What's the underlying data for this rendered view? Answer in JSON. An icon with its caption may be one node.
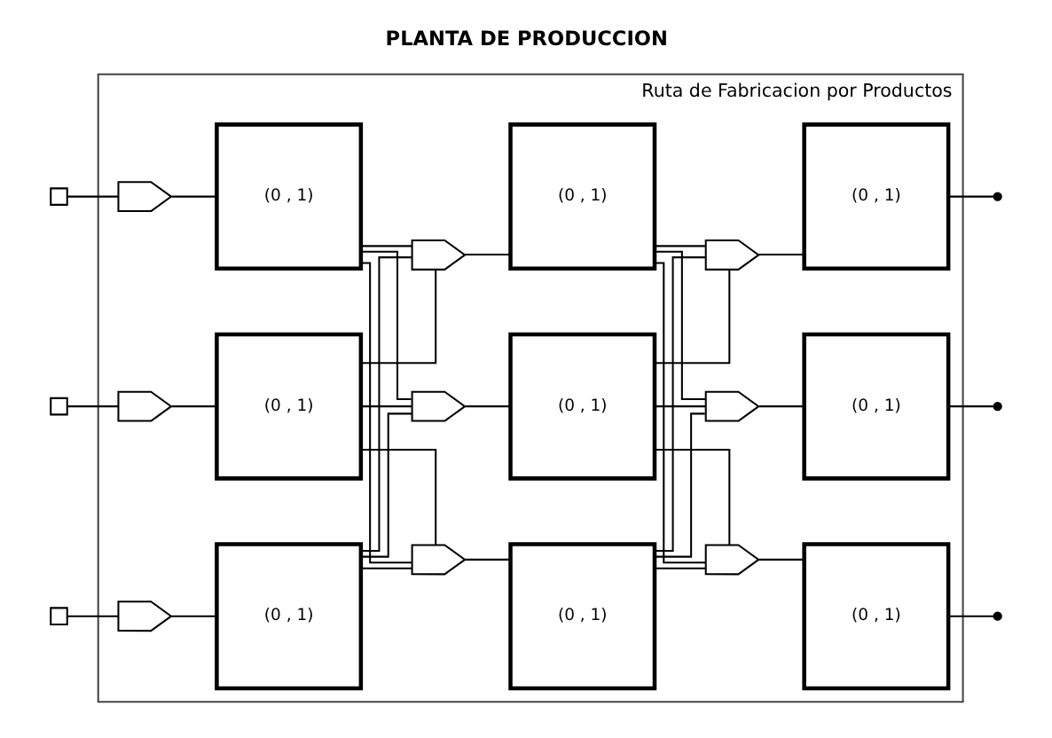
{
  "diagram": {
    "title": "PLANTA DE PRODUCCION",
    "nodes": [
      {
        "text": [
          "Ruta de Fabricacion por Productos"
        ]
      },
      {
        "text": [],
        "shape": "box"
      },
      {
        "text": [],
        "shape": "trapezoid",
        "in": 0
      },
      {
        "text": [
          "(0 , 1)"
        ],
        "in": 0
      },
      {
        "text": [],
        "shape": "trapezoid",
        "in": 0
      },
      {
        "text": [
          "(0 , 1)"
        ],
        "in": 0
      },
      {
        "text": [],
        "shape": "trapezoid",
        "in": 0
      },
      {
        "text": [
          "(0 , 1)"
        ],
        "in": 0
      },
      {
        "text": [],
        "shape": "circle"
      },
      {
        "text": [],
        "shape": "box"
      },
      {
        "text": [],
        "shape": "trapezoid",
        "in": 0
      },
      {
        "text": [
          "(0 , 1)"
        ],
        "in": 0
      },
      {
        "text": [],
        "shape": "trapezoid",
        "in": 0
      },
      {
        "text": [
          "(0 , 1)"
        ],
        "in": 0
      },
      {
        "text": [],
        "shape": "trapezoid",
        "in": 0
      },
      {
        "text": [
          "(0 , 1)"
        ],
        "in": 0
      },
      {
        "text": [],
        "shape": "circle"
      },
      {
        "text": [],
        "shape": "box"
      },
      {
        "text": [],
        "shape": "trapezoid",
        "in": 0
      },
      {
        "text": [
          "(0 , 1)"
        ],
        "in": 0
      },
      {
        "text": [],
        "shape": "trapezoid",
        "in": 0
      },
      {
        "text": [
          "(0 , 1)"
        ],
        "in": 0
      },
      {
        "text": [],
        "shape": "trapezoid",
        "in": 0
      },
      {
        "text": [
          "(0 , 1)"
        ],
        "in": 0
      },
      {
        "text": [],
        "shape": "circle"
      }
    ],
    "edges": [
      {
        "from": 1,
        "to": 2,
        "arrow": "none"
      },
      {
        "from": 2,
        "to": 3,
        "arrow": "none"
      },
      {
        "from": 4,
        "to": 5,
        "arrow": "none"
      },
      {
        "from": 6,
        "to": 7,
        "arrow": "none"
      },
      {
        "from": 7,
        "to": 8,
        "arrow": "none"
      },
      {
        "from": 9,
        "to": 10,
        "arrow": "none"
      },
      {
        "from": 10,
        "to": 11,
        "arrow": "none"
      },
      {
        "from": 12,
        "to": 13,
        "arrow": "none"
      },
      {
        "from": 14,
        "to": 15,
        "arrow": "none"
      },
      {
        "from": 15,
        "to": 16,
        "arrow": "none"
      },
      {
        "from": 17,
        "to": 18,
        "arrow": "none"
      },
      {
        "from": 18,
        "to": 19,
        "arrow": "none"
      },
      {
        "from": 20,
        "to": 21,
        "arrow": "none"
      },
      {
        "from": 22,
        "to": 23,
        "arrow": "none"
      },
      {
        "from": 23,
        "to": 24,
        "arrow": "none"
      },
      {
        "from": 3,
        "to": 4,
        "arrow": "none"
      },
      {
        "from": 3,
        "to": 12,
        "arrow": "none"
      },
      {
        "from": 3,
        "to": 20,
        "arrow": "none"
      },
      {
        "from": 11,
        "to": 4,
        "arrow": "none"
      },
      {
        "from": 11,
        "to": 12,
        "arrow": "none"
      },
      {
        "from": 11,
        "to": 20,
        "arrow": "none"
      },
      {
        "from": 19,
        "to": 4,
        "arrow": "none"
      },
      {
        "from": 19,
        "to": 12,
        "arrow": "none"
      },
      {
        "from": 19,
        "to": 20,
        "arrow": "none"
      },
      {
        "from": 5,
        "to": 6,
        "arrow": "none"
      },
      {
        "from": 5,
        "to": 14,
        "arrow": "none"
      },
      {
        "from": 5,
        "to": 22,
        "arrow": "none"
      },
      {
        "from": 13,
        "to": 6,
        "arrow": "none"
      },
      {
        "from": 13,
        "to": 14,
        "arrow": "none"
      },
      {
        "from": 13,
        "to": 22,
        "arrow": "none"
      },
      {
        "from": 21,
        "to": 6,
        "arrow": "none"
      },
      {
        "from": 21,
        "to": 14,
        "arrow": "none"
      },
      {
        "from": 21,
        "to": 22,
        "arrow": "none"
      }
    ]
  }
}
